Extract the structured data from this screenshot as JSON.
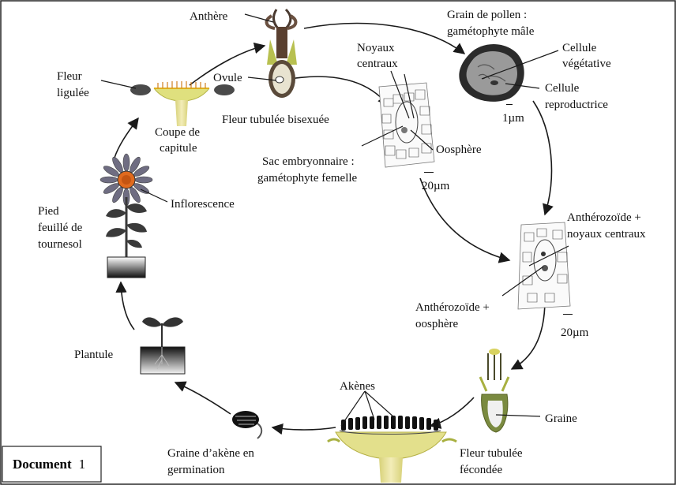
{
  "labels": {
    "anthere": "Anthère",
    "grain_pollen_1": "Grain de pollen :",
    "grain_pollen_2": "gamétophyte mâle",
    "cellule_vegetative_1": "Cellule",
    "cellule_vegetative_2": "végétative",
    "cellule_reproductrice_1": "Cellule",
    "cellule_reproductrice_2": "reproductrice",
    "scale_1um": "1µm",
    "noyaux_centraux_1": "Noyaux",
    "noyaux_centraux_2": "centraux",
    "ovule": "Ovule",
    "fleur_ligulee_1": "Fleur",
    "fleur_ligulee_2": "ligulée",
    "fleur_tubulee_bisexuee": "Fleur tubulée bisexuée",
    "coupe_capitule_1": "Coupe de",
    "coupe_capitule_2": "capitule",
    "oosphere": "Oosphère",
    "sac_embryonnaire_1": "Sac embryonnaire :",
    "sac_embryonnaire_2": "gamétophyte femelle",
    "scale_20um_a": "20µm",
    "inflorescence": "Inflorescence",
    "pied_1": "Pied",
    "pied_2": "feuillé de",
    "pied_3": "tournesol",
    "antherozoide_noyaux_1": "Anthérozoïde +",
    "antherozoide_noyaux_2": "noyaux centraux",
    "antherozoide_oosphere_1": "Anthérozoïde +",
    "antherozoide_oosphere_2": "oosphère",
    "scale_20um_b": "20µm",
    "plantule": "Plantule",
    "akenes": "Akènes",
    "graine": "Graine",
    "graine_akene_1": "Graine d’akène en",
    "graine_akene_2": "germination",
    "fleur_fecondee_1": "Fleur  tubulée",
    "fleur_fecondee_2": "fécondée"
  },
  "document": {
    "word": "Document",
    "number": "1"
  },
  "colors": {
    "petal": "#6f6d82",
    "flower_center": "#e06a1e",
    "leaf": "#3a3a3a",
    "yellow_green": "#c7cf5e",
    "pollen": "#2b2b2b",
    "soil_dark": "#111111"
  }
}
